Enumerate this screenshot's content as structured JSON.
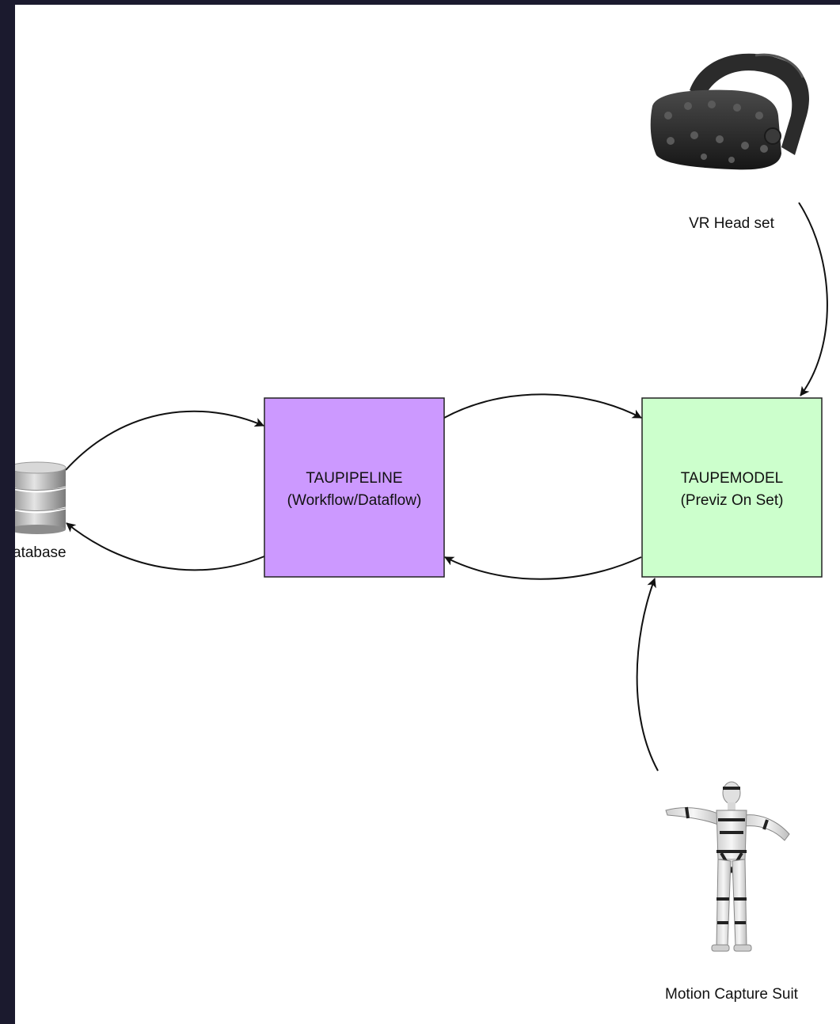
{
  "colors": {
    "frame": "#1b1a2e",
    "canvas": "#ffffff",
    "pipeline_fill": "#cc99ff",
    "model_fill": "#ccffcc",
    "stroke": "#222222"
  },
  "nodes": {
    "database": {
      "label": "atabase",
      "icon": "database-icon"
    },
    "pipeline": {
      "line1": "TAUPIPELINE",
      "line2": "(Workflow/Dataflow)"
    },
    "model": {
      "line1": "TAUPEMODEL",
      "line2": "(Previz On Set)"
    },
    "headset": {
      "label": "VR Head set",
      "icon": "vr-headset-icon"
    },
    "suit": {
      "label": "Motion Capture Suit",
      "icon": "motion-capture-figure-icon"
    }
  },
  "connections": [
    {
      "from": "database",
      "to": "pipeline"
    },
    {
      "from": "pipeline",
      "to": "database"
    },
    {
      "from": "pipeline",
      "to": "model"
    },
    {
      "from": "model",
      "to": "pipeline"
    },
    {
      "from": "headset",
      "to": "model"
    },
    {
      "from": "suit",
      "to": "model"
    }
  ]
}
